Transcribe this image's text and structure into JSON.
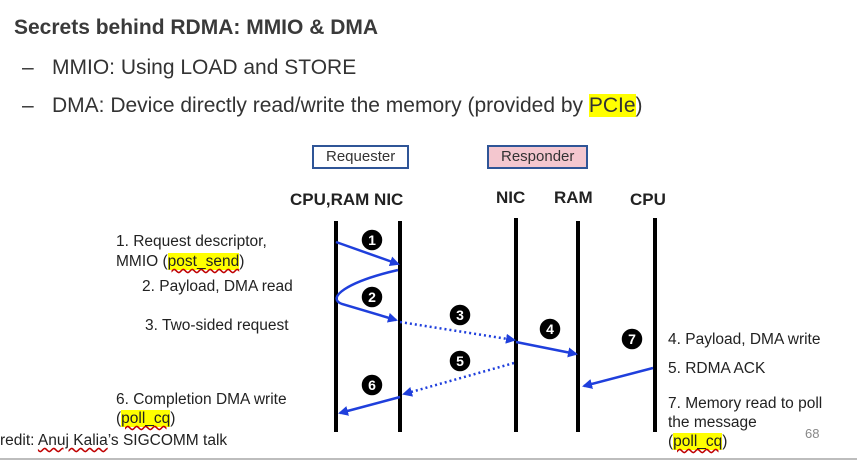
{
  "slide": {
    "title": "Secrets behind RDMA: MMIO & DMA",
    "bullets": [
      {
        "dash": "–",
        "text": "MMIO: Using LOAD and STORE"
      },
      {
        "dash": "–",
        "text_before": "DMA: Device directly read/write the memory (provided by ",
        "highlight": "PCIe",
        "text_after": ")"
      }
    ],
    "page_number": "68"
  },
  "diagram": {
    "requester_label": "Requester",
    "responder_label": "Responder",
    "requester_cols": "CPU,RAM  NIC",
    "responder_nic": "NIC",
    "responder_ram": "RAM",
    "responder_cpu": "CPU",
    "steps_left": {
      "s1_line1": "1. Request descriptor,",
      "s1_line2_pre": "MMIO (",
      "s1_line2_hl": "post_send",
      "s1_line2_post": ")",
      "s2": "2. Payload, DMA read",
      "s3": "3. Two-sided request",
      "s6_line1": "6. Completion DMA write",
      "s6_line2_pre": "(",
      "s6_line2_hl": "poll_cq",
      "s6_line2_post": ")"
    },
    "steps_right": {
      "s4": "4. Payload, DMA write",
      "s5": "5. RDMA ACK",
      "s7_line1": "7. Memory read to poll",
      "s7_line2": "the message",
      "s7_line3_pre": "(",
      "s7_line3_hl": "poll_cq",
      "s7_line3_post": ")"
    },
    "badges": [
      "1",
      "2",
      "3",
      "4",
      "5",
      "6",
      "7"
    ],
    "colors": {
      "arrow": "#1f3fdc",
      "highlight": "#ffff00",
      "lifeline": "#000000"
    }
  },
  "credit": {
    "prefix": "redit: ",
    "author": "Anuj Kalia",
    "suffix": "’s SIGCOMM talk"
  }
}
